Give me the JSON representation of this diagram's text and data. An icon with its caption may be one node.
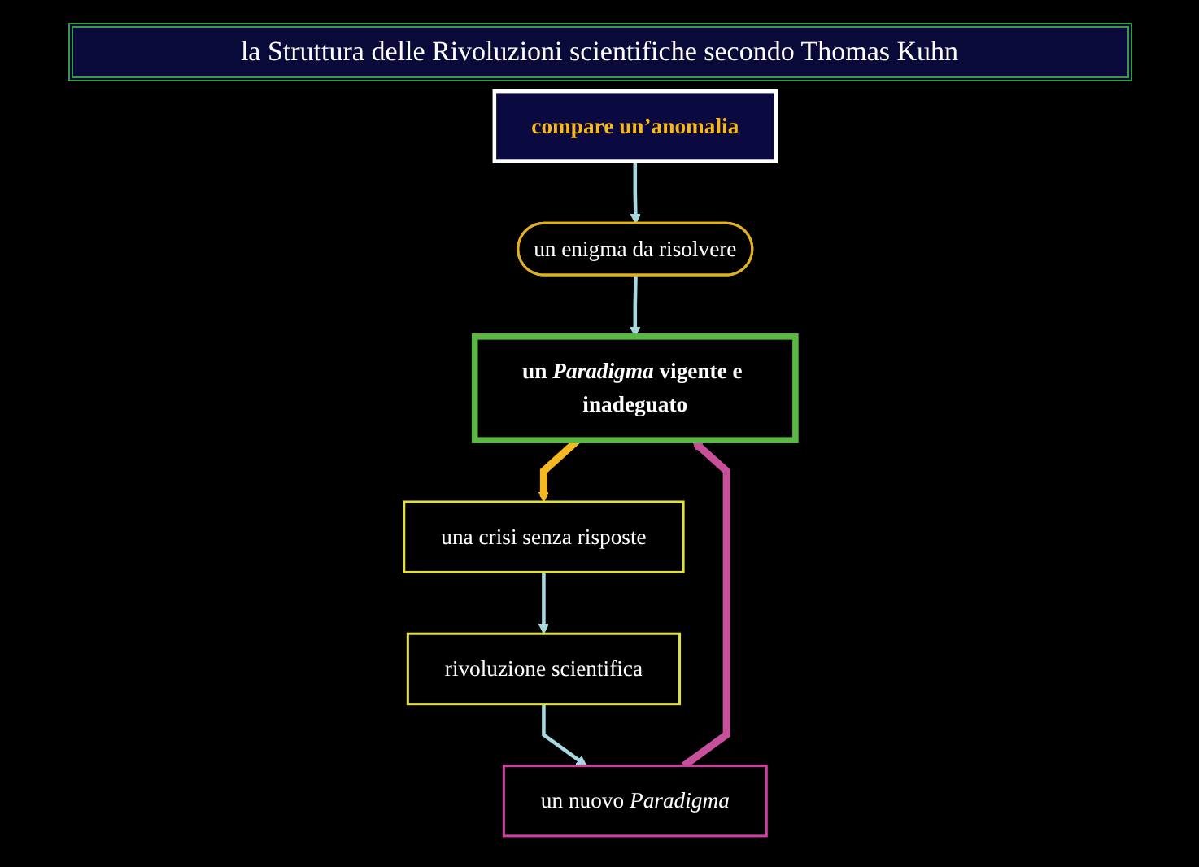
{
  "diagram": {
    "title": "la Struttura delle Rivoluzioni scientifiche secondo Thomas Kuhn",
    "nodes": [
      {
        "text": [
          "compare un’anomalia"
        ]
      },
      {
        "text": [
          "un enigma da risolvere"
        ]
      },
      {
        "text": [
          "un *Paradigma* vigente e inadeguato"
        ]
      },
      {
        "text": [
          "una crisi senza risposte"
        ]
      },
      {
        "text": [
          "rivoluzione scientifica"
        ]
      },
      {
        "text": [
          "un nuovo *Paradigma*"
        ]
      }
    ],
    "edges": [
      {
        "from": 0,
        "to": 1,
        "arrow": "to"
      },
      {
        "from": 1,
        "to": 2,
        "arrow": "to"
      },
      {
        "from": 2,
        "to": 3,
        "arrow": "to",
        "style": "thick",
        "color": "#f5b820"
      },
      {
        "from": 3,
        "to": 4,
        "arrow": "to"
      },
      {
        "from": 4,
        "to": 5,
        "arrow": "to"
      },
      {
        "from": 5,
        "to": 2,
        "arrow": "to",
        "style": "thick",
        "color": "#c8509a"
      }
    ]
  }
}
